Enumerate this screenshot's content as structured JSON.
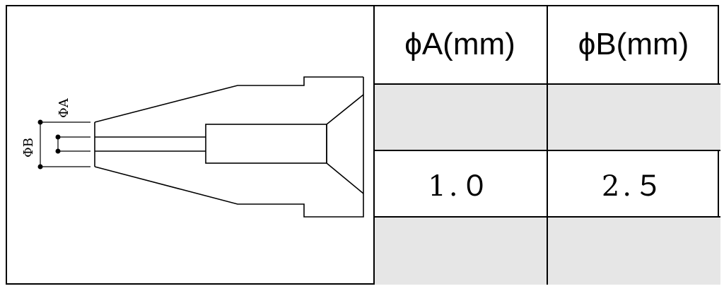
{
  "diagram": {
    "label_a": "ΦA",
    "label_b": "ΦB"
  },
  "table": {
    "headers": [
      "ϕA(mm)",
      "ϕB(mm)"
    ],
    "rows": [
      [
        "",
        ""
      ],
      [
        "1.０",
        "2.５"
      ],
      [
        "",
        ""
      ]
    ]
  },
  "colors": {
    "line": "#000000",
    "shade": "#e6e6e6",
    "background": "#ffffff"
  }
}
